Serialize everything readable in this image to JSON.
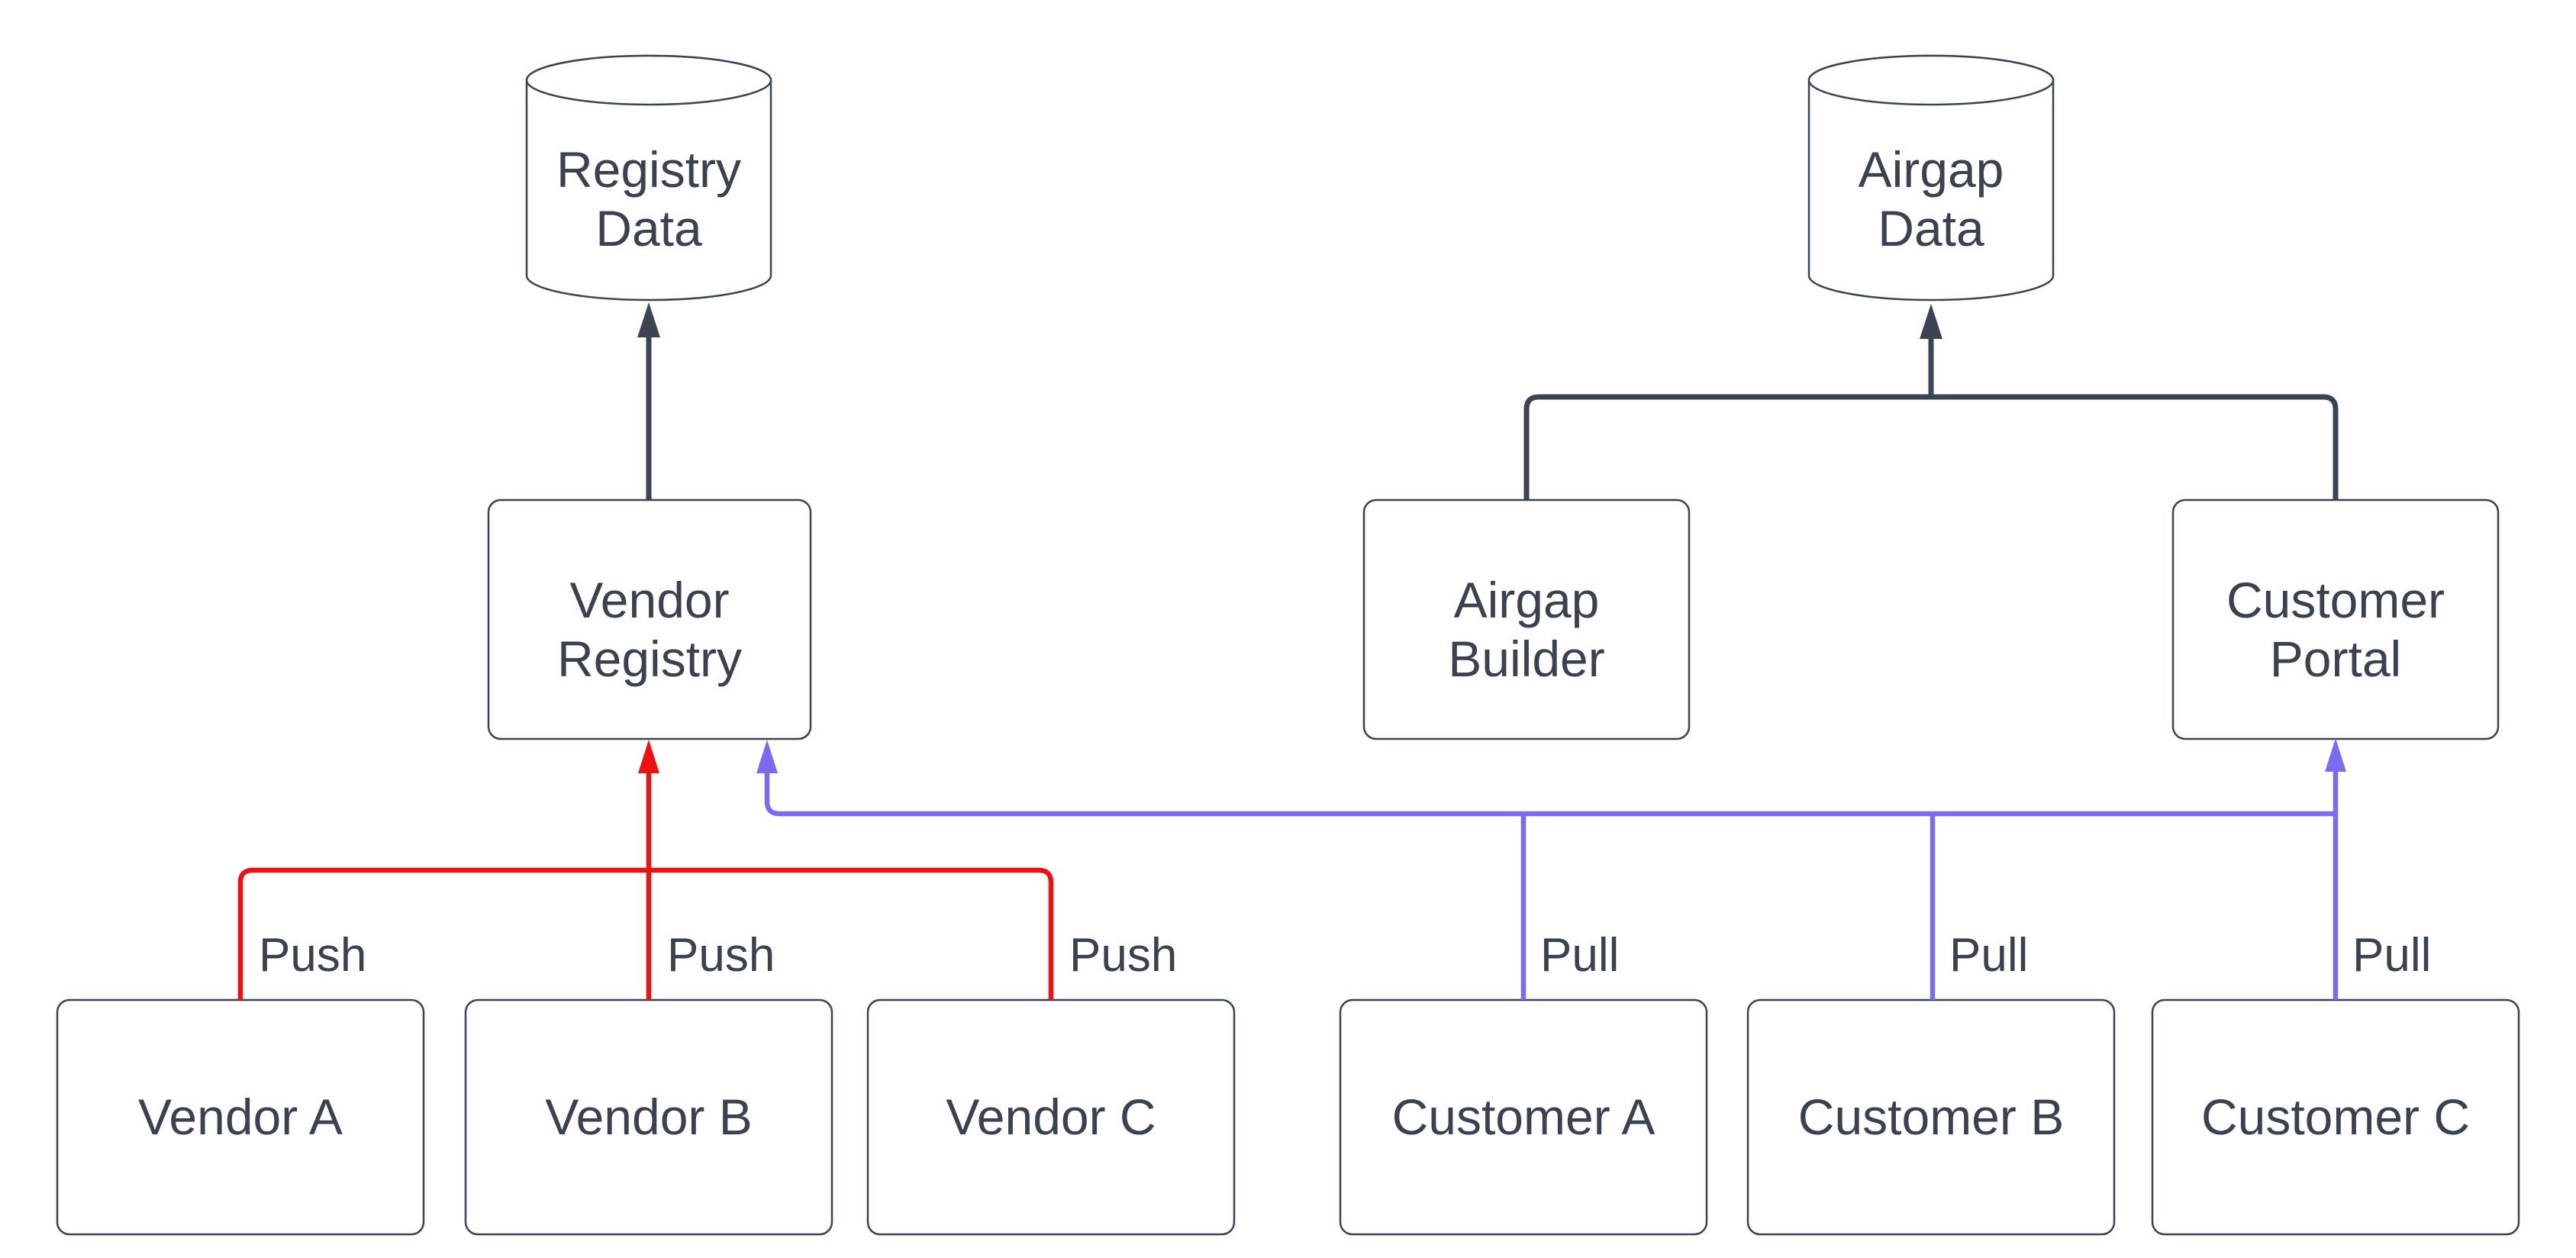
{
  "colors": {
    "outline": "#3c4454",
    "text": "#3a4250",
    "push": "#ee1111",
    "pull": "#7b6af2",
    "background": "#ffffff"
  },
  "nodes": {
    "registry_data": {
      "shape": "cylinder",
      "line1": "Registry",
      "line2": "Data"
    },
    "airgap_data": {
      "shape": "cylinder",
      "line1": "Airgap",
      "line2": "Data"
    },
    "vendor_registry": {
      "shape": "rect",
      "line1": "Vendor",
      "line2": "Registry"
    },
    "airgap_builder": {
      "shape": "rect",
      "line1": "Airgap",
      "line2": "Builder"
    },
    "customer_portal": {
      "shape": "rect",
      "line1": "Customer",
      "line2": "Portal"
    },
    "vendor_a": {
      "shape": "rect",
      "label": "Vendor A"
    },
    "vendor_b": {
      "shape": "rect",
      "label": "Vendor B"
    },
    "vendor_c": {
      "shape": "rect",
      "label": "Vendor C"
    },
    "customer_a": {
      "shape": "rect",
      "label": "Customer A"
    },
    "customer_b": {
      "shape": "rect",
      "label": "Customer B"
    },
    "customer_c": {
      "shape": "rect",
      "label": "Customer C"
    }
  },
  "edges": {
    "push_labels": [
      "Push",
      "Push",
      "Push"
    ],
    "pull_labels": [
      "Pull",
      "Pull",
      "Pull"
    ]
  }
}
